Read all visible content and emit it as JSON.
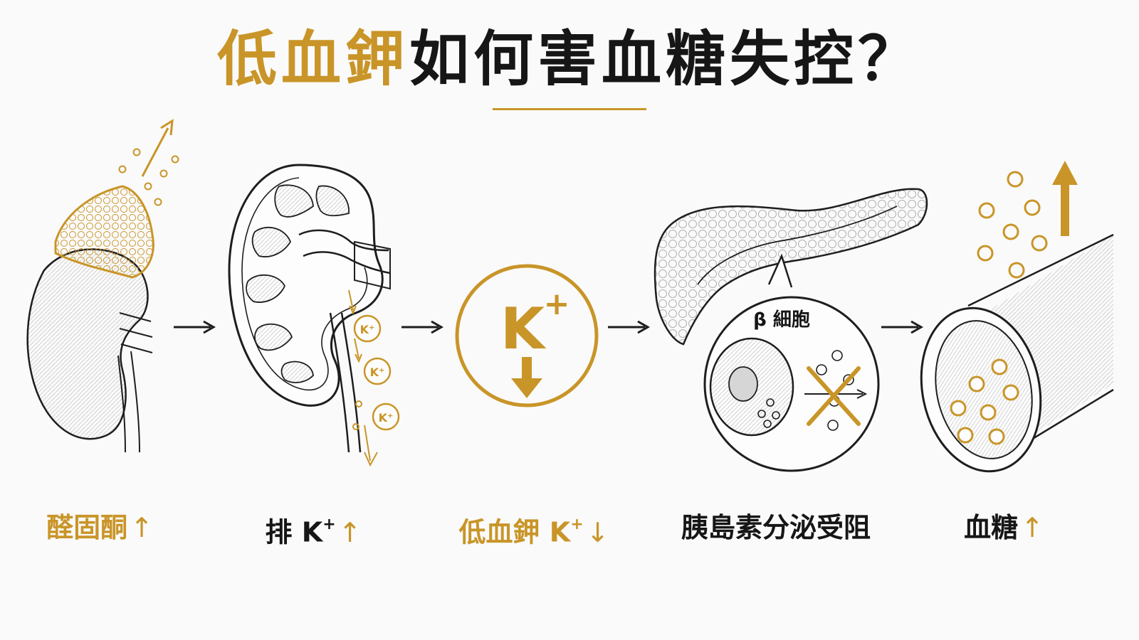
{
  "colors": {
    "accent": "#c99528",
    "dark": "#161616",
    "line": "#1e1e1e"
  },
  "title": {
    "accent": "低血鉀",
    "rest": "如何害血糖失控？"
  },
  "icons": [
    "adrenal-kidney-illustration",
    "kidney-cross-section-illustration",
    "potassium-circle-icon",
    "pancreas-illustration",
    "beta-cell-icon",
    "blood-vessel-illustration",
    "flow-arrow-icon"
  ],
  "kidney_ion_label": "K⁺",
  "potassium_symbol": {
    "base": "K",
    "charge": "+"
  },
  "beta_cell_label": "β 細胞",
  "steps": [
    {
      "text": "醛固酮",
      "arrow": "↑",
      "color": "accent"
    },
    {
      "text": "排 K",
      "sup": "+",
      "arrow": "↑",
      "color": "dark",
      "arrow_color": "accent"
    },
    {
      "text": "低血鉀 K",
      "sup": "+",
      "arrow": "↓",
      "color": "accent"
    },
    {
      "text": "胰島素分泌受阻",
      "color": "dark"
    },
    {
      "text": "血糖",
      "arrow": "↑",
      "color": "dark",
      "arrow_color": "accent"
    }
  ]
}
